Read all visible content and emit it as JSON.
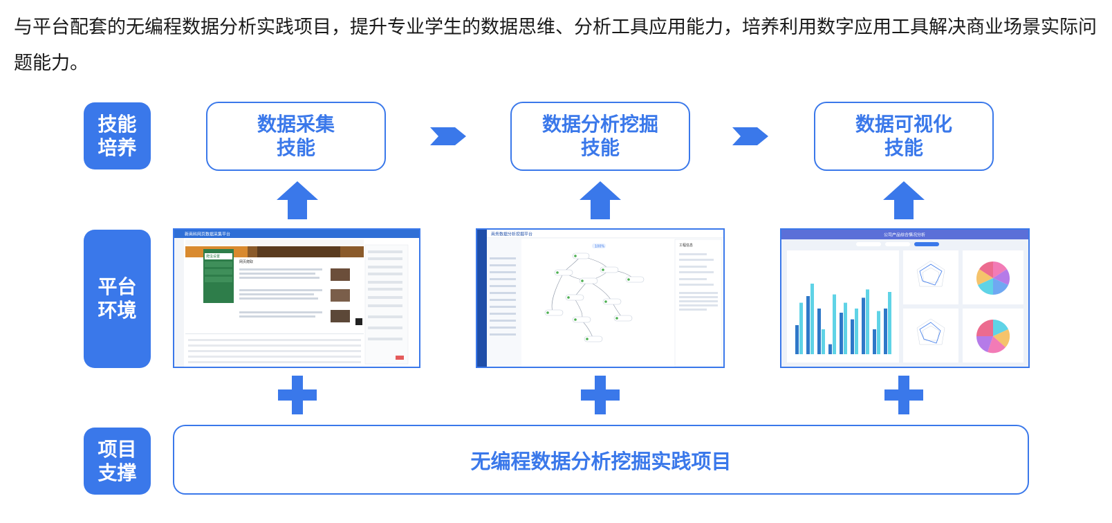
{
  "intro": "与平台配套的无编程数据分析实践项目，提升专业学生的数据思维、分析工具应用能力，培养利用数字应用工具解决商业场景实际问题能力。",
  "labels": {
    "skill": "技能\n培养",
    "platform": "平台\n环境",
    "project": "项目\n支撑"
  },
  "skills": [
    "数据采集\n技能",
    "数据分析挖掘\n技能",
    "数据可视化\n技能"
  ],
  "project_title": "无编程数据分析挖掘实践项目",
  "screenshots": {
    "one": {
      "title": "新商科网页数据采集平台",
      "section": "网页爬取",
      "side_item": "爬虫设置"
    },
    "two": {
      "title": "商务数据分析挖掘平台",
      "zoom": "100%",
      "panel": "工程信息"
    },
    "three": {
      "title": "公司产品综合情况分析"
    }
  },
  "colors": {
    "accent": "#3a78ea",
    "bar_dark": "#2e78c8",
    "bar_light": "#5fd3e6"
  },
  "icons": [
    "chevron-right-icon",
    "arrow-up-icon",
    "plus-icon"
  ]
}
